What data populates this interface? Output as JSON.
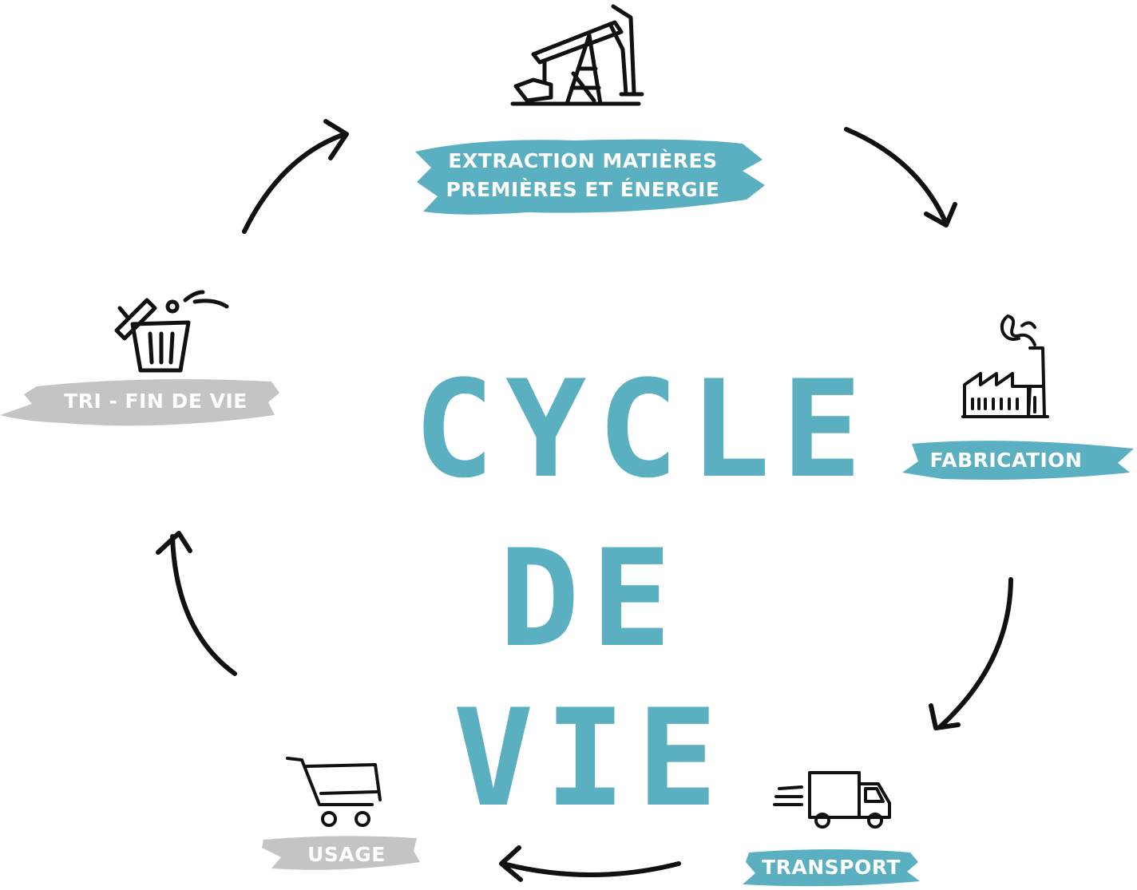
{
  "title": {
    "line1": "CYCLE",
    "line2": "DE VIE"
  },
  "colors": {
    "teal": "#5aafc0",
    "grey": "#c4c4c4",
    "ink": "#111111"
  },
  "stages": [
    {
      "name": "extraction",
      "label_line1": "EXTRACTION MATIÈRES",
      "label_line2": "PREMIÈRES ET ÉNERGIE",
      "icon": "oil-pump-icon",
      "brush": "teal"
    },
    {
      "name": "fabrication",
      "label_line1": "FABRICATION",
      "icon": "factory-icon",
      "brush": "teal"
    },
    {
      "name": "transport",
      "label_line1": "TRANSPORT",
      "icon": "truck-icon",
      "brush": "teal"
    },
    {
      "name": "usage",
      "label_line1": "USAGE",
      "icon": "shopping-cart-icon",
      "brush": "grey"
    },
    {
      "name": "tri",
      "label_line1": "TRI - FIN DE VIE",
      "icon": "trash-bin-icon",
      "brush": "grey"
    }
  ]
}
